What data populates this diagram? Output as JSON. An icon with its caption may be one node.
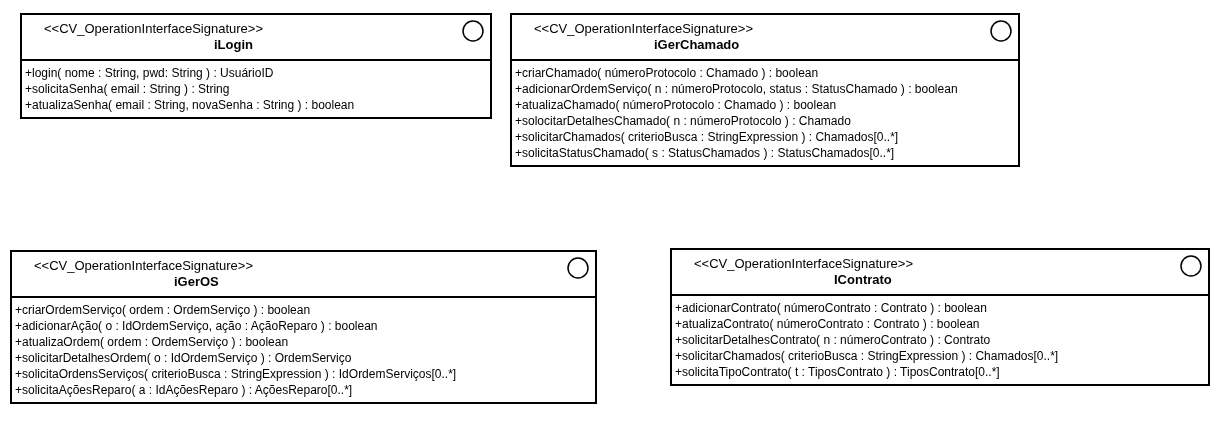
{
  "diagram": {
    "nodes": [
      {
        "text": [
          "<<CV_OperationInterfaceSignature>>",
          "iLogin",
          "+login( nome : String, pwd: String ) : UsuárioID",
          "+solicitaSenha( email : String ) : String",
          "+atualizaSenha( email : String, novaSenha : String ) : boolean"
        ]
      },
      {
        "text": [
          "<<CV_OperationInterfaceSignature>>",
          "iGerChamado",
          "+criarChamado( númeroProtocolo : Chamado ) : boolean",
          "+adicionarOrdemServiço( n : númeroProtocolo, status : StatusChamado ) : boolean",
          "+atualizaChamado( númeroProtocolo : Chamado ) : boolean",
          "+solocitarDetalhesChamado( n : númeroProtocolo ) : Chamado",
          "+solicitarChamados( criterioBusca : StringExpression ) : Chamados[0..*]",
          "+solicitaStatusChamado( s : StatusChamados ) : StatusChamados[0..*]"
        ]
      },
      {
        "text": [
          "<<CV_OperationInterfaceSignature>>",
          "iGerOS",
          "+criarOrdemServiço( ordem : OrdemServiço ) : boolean",
          "+adicionarAção( o : IdOrdemServiço, ação : AçãoReparo ) : boolean",
          "+atualizaOrdem( ordem : OrdemServiço ) : boolean",
          "+solicitarDetalhesOrdem( o : IdOrdemServiço ) : OrdemServiço",
          "+solicitaOrdensServiços( criterioBusca : StringExpression ) : IdOrdemServiços[0..*]",
          "+solicitaAçõesReparo( a : IdAçõesReparo ) : AçõesReparo[0..*]"
        ]
      },
      {
        "text": [
          "<<CV_OperationInterfaceSignature>>",
          "IContrato",
          "+adicionarContrato( númeroContrato : Contrato ) : boolean",
          "+atualizaContrato( númeroContrato : Contrato ) : boolean",
          "+solicitarDetalhesContrato( n : númeroContrato ) : Contrato",
          "+solicitarChamados( criterioBusca : StringExpression ) : Chamados[0..*]",
          "+solicitaTipoContrato( t : TiposContrato ) : TiposContrato[0..*]"
        ]
      }
    ]
  }
}
